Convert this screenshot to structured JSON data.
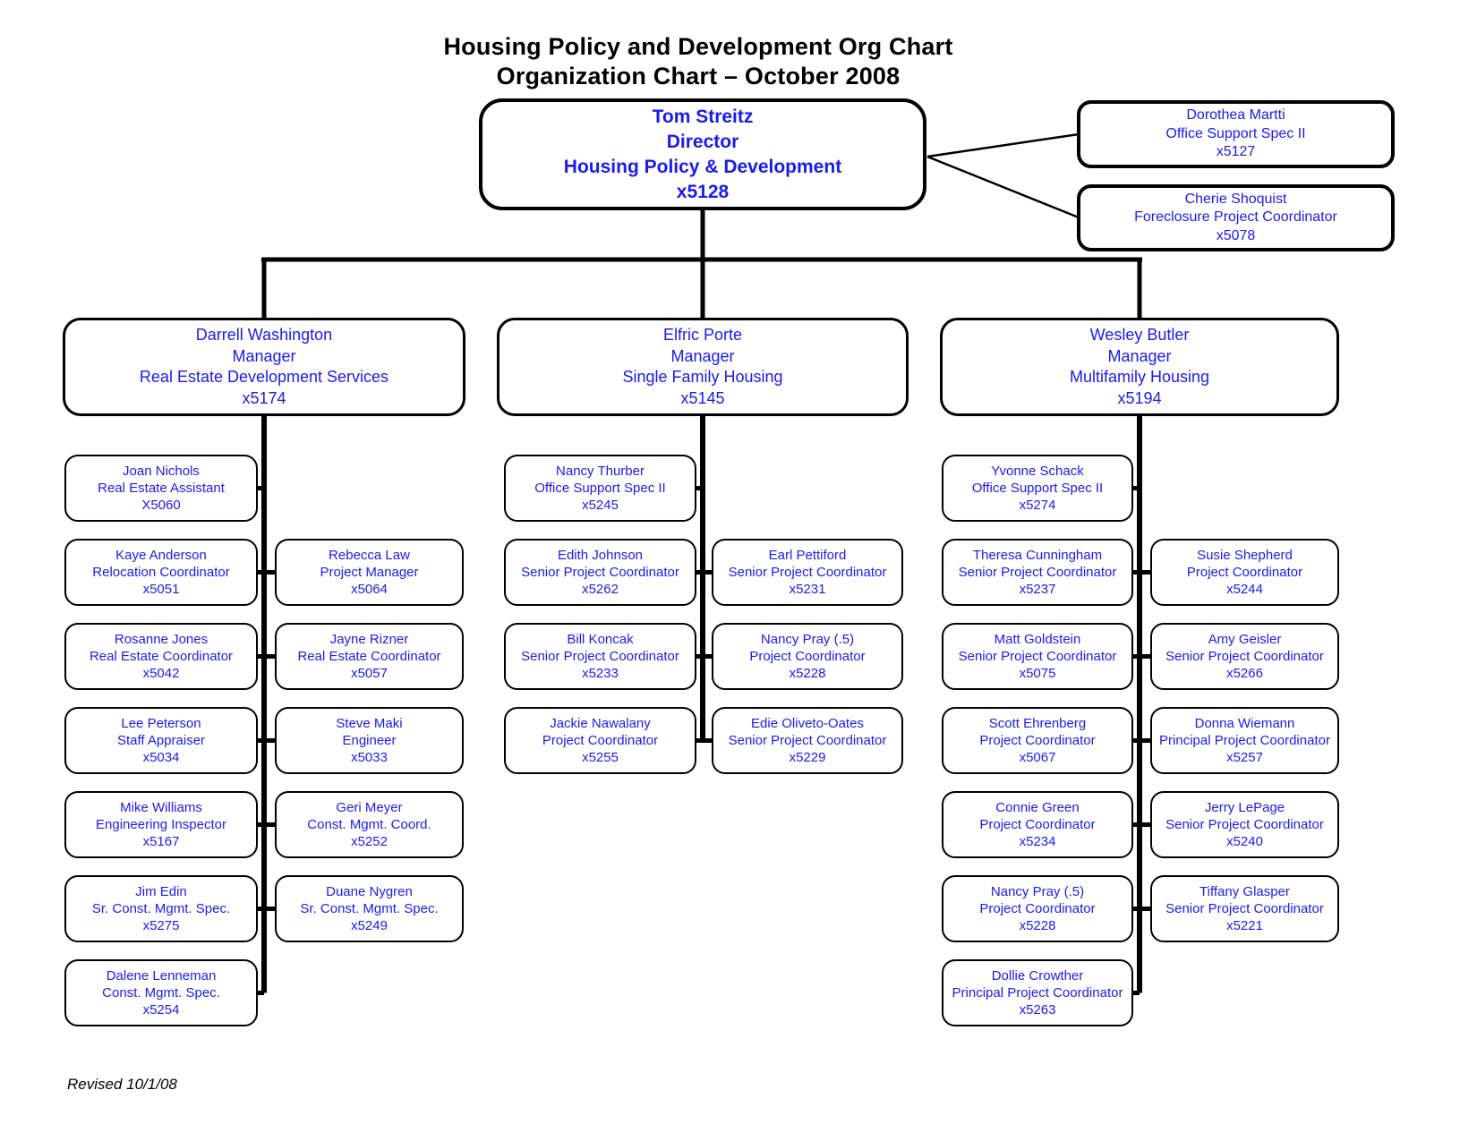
{
  "title": {
    "line1": "Housing Policy and Development Org Chart",
    "line2": "Organization Chart – October 2008"
  },
  "footer": {
    "revised": "Revised 10/1/08"
  },
  "colors": {
    "text_blue": "#1a1aee",
    "line_black": "#000000",
    "background": "#ffffff"
  },
  "director": {
    "name": "Tom Streitz",
    "title": "Director",
    "dept": "Housing Policy & Development",
    "ext": "x5128"
  },
  "assistants": [
    {
      "name": "Dorothea Martti",
      "title": "Office Support Spec II",
      "ext": "x5127"
    },
    {
      "name": "Cherie Shoquist",
      "title": "Foreclosure Project Coordinator",
      "ext": "x5078"
    }
  ],
  "branches": [
    {
      "manager": {
        "name": "Darrell Washington",
        "title": "Manager",
        "dept": "Real Estate Development Services",
        "ext": "x5174"
      },
      "rows": [
        {
          "left": {
            "name": "Joan Nichols",
            "title": "Real Estate Assistant",
            "ext": "X5060"
          },
          "right": null
        },
        {
          "left": {
            "name": "Kaye Anderson",
            "title": "Relocation Coordinator",
            "ext": "x5051"
          },
          "right": {
            "name": "Rebecca Law",
            "title": "Project Manager",
            "ext": "x5064"
          }
        },
        {
          "left": {
            "name": "Rosanne Jones",
            "title": "Real Estate Coordinator",
            "ext": "x5042"
          },
          "right": {
            "name": "Jayne Rizner",
            "title": "Real Estate Coordinator",
            "ext": "x5057"
          }
        },
        {
          "left": {
            "name": "Lee Peterson",
            "title": "Staff Appraiser",
            "ext": "x5034"
          },
          "right": {
            "name": "Steve Maki",
            "title": "Engineer",
            "ext": "x5033"
          }
        },
        {
          "left": {
            "name": "Mike Williams",
            "title": "Engineering Inspector",
            "ext": "x5167"
          },
          "right": {
            "name": "Geri Meyer",
            "title": "Const. Mgmt. Coord.",
            "ext": "x5252"
          }
        },
        {
          "left": {
            "name": "Jim Edin",
            "title": "Sr. Const. Mgmt. Spec.",
            "ext": "x5275"
          },
          "right": {
            "name": "Duane Nygren",
            "title": "Sr. Const. Mgmt. Spec.",
            "ext": "x5249"
          }
        },
        {
          "left": {
            "name": "Dalene Lenneman",
            "title": "Const. Mgmt. Spec.",
            "ext": "x5254"
          },
          "right": null
        }
      ]
    },
    {
      "manager": {
        "name": "Elfric Porte",
        "title": "Manager",
        "dept": "Single Family Housing",
        "ext": "x5145"
      },
      "rows": [
        {
          "left": {
            "name": "Nancy Thurber",
            "title": "Office Support Spec II",
            "ext": "x5245"
          },
          "right": null
        },
        {
          "left": {
            "name": "Edith Johnson",
            "title": "Senior Project Coordinator",
            "ext": "x5262"
          },
          "right": {
            "name": "Earl Pettiford",
            "title": "Senior Project Coordinator",
            "ext": "x5231"
          }
        },
        {
          "left": {
            "name": "Bill Koncak",
            "title": "Senior Project Coordinator",
            "ext": "x5233"
          },
          "right": {
            "name": "Nancy Pray (.5)",
            "title": "Project Coordinator",
            "ext": "x5228"
          }
        },
        {
          "left": {
            "name": "Jackie Nawalany",
            "title": "Project Coordinator",
            "ext": "x5255"
          },
          "right": {
            "name": "Edie Oliveto-Oates",
            "title": "Senior Project Coordinator",
            "ext": "x5229"
          }
        }
      ]
    },
    {
      "manager": {
        "name": "Wesley Butler",
        "title": "Manager",
        "dept": "Multifamily Housing",
        "ext": "x5194"
      },
      "rows": [
        {
          "left": {
            "name": "Yvonne Schack",
            "title": "Office Support Spec II",
            "ext": "x5274"
          },
          "right": null
        },
        {
          "left": {
            "name": "Theresa Cunningham",
            "title": "Senior Project Coordinator",
            "ext": "x5237"
          },
          "right": {
            "name": "Susie Shepherd",
            "title": "Project Coordinator",
            "ext": "x5244"
          }
        },
        {
          "left": {
            "name": "Matt Goldstein",
            "title": "Senior Project Coordinator",
            "ext": "x5075"
          },
          "right": {
            "name": "Amy Geisler",
            "title": "Senior Project Coordinator",
            "ext": "x5266"
          }
        },
        {
          "left": {
            "name": "Scott Ehrenberg",
            "title": "Project Coordinator",
            "ext": "x5067"
          },
          "right": {
            "name": "Donna Wiemann",
            "title": "Principal Project Coordinator",
            "ext": "x5257"
          }
        },
        {
          "left": {
            "name": "Connie Green",
            "title": "Project Coordinator",
            "ext": "x5234"
          },
          "right": {
            "name": "Jerry LePage",
            "title": "Senior Project Coordinator",
            "ext": "x5240"
          }
        },
        {
          "left": {
            "name": "Nancy Pray (.5)",
            "title": "Project Coordinator",
            "ext": "x5228"
          },
          "right": {
            "name": "Tiffany Glasper",
            "title": "Senior Project Coordinator",
            "ext": "x5221"
          }
        },
        {
          "left": {
            "name": "Dollie Crowther",
            "title": "Principal Project Coordinator",
            "ext": "x5263"
          },
          "right": null
        }
      ]
    }
  ]
}
